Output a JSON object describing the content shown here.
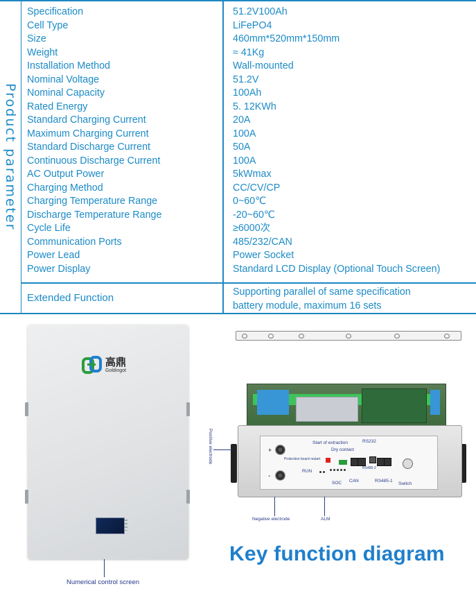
{
  "section_title": "Product parameter",
  "specs": [
    {
      "key": "Specification",
      "value": "51.2V100Ah"
    },
    {
      "key": "Cell Type",
      "value": "LiFePO4"
    },
    {
      "key": "Size",
      "value": "460mm*520mm*150mm"
    },
    {
      "key": "Weight",
      "value": "≈ 41Kg"
    },
    {
      "key": "Installation Method",
      "value": "Wall-mounted"
    },
    {
      "key": "Nominal Voltage",
      "value": "51.2V"
    },
    {
      "key": "Nominal Capacity",
      "value": "100Ah"
    },
    {
      "key": "Rated Energy",
      "value": "5. 12KWh"
    },
    {
      "key": "Standard Charging Current",
      "value": "20A"
    },
    {
      "key": "Maximum Charging Current",
      "value": "100A"
    },
    {
      "key": "Standard Discharge Current",
      "value": "50A"
    },
    {
      "key": "Continuous Discharge Current",
      "value": "100A"
    },
    {
      "key": "AC Output Power",
      "value": "5kWmax"
    },
    {
      "key": "Charging Method",
      "value": "CC/CV/CP"
    },
    {
      "key": "Charging Temperature Range",
      "value": "0~60℃"
    },
    {
      "key": "Discharge Temperature Range",
      "value": " -20~60℃"
    },
    {
      "key": "Cycle Life",
      "value": "≥6000次"
    },
    {
      "key": "Communication Ports",
      "value": "485/232/CAN"
    },
    {
      "key": "Power Lead",
      "value": "Power Socket"
    },
    {
      "key": "Power Display",
      "value": "Standard LCD Display (Optional Touch Screen)"
    }
  ],
  "extended": {
    "key": "Extended Function",
    "value_line1": "Supporting parallel of same specification",
    "value_line2": "battery module, maximum 16 sets"
  },
  "product": {
    "logo_cn": "高鼎",
    "logo_en": "Goldingot",
    "screen_label": "Numerical control screen"
  },
  "diagram": {
    "title": "Key function diagram",
    "labels": {
      "positive": "Positive electrode",
      "negative": "Negative electrode",
      "alm": "ALM",
      "start": "Start of extraction",
      "dry": "Dry contact",
      "rs232": "RS232",
      "protection": "Protection board restart",
      "run": "RUN",
      "soc": "SOC",
      "can": "CAN",
      "rs485_2": "RS485-2",
      "rs485_1": "RS485-1",
      "switch": "Switch",
      "plus": "+",
      "minus": "-"
    }
  },
  "colors": {
    "accent": "#1c8bc7",
    "title": "#1f7fcc",
    "label": "#233a8b"
  }
}
